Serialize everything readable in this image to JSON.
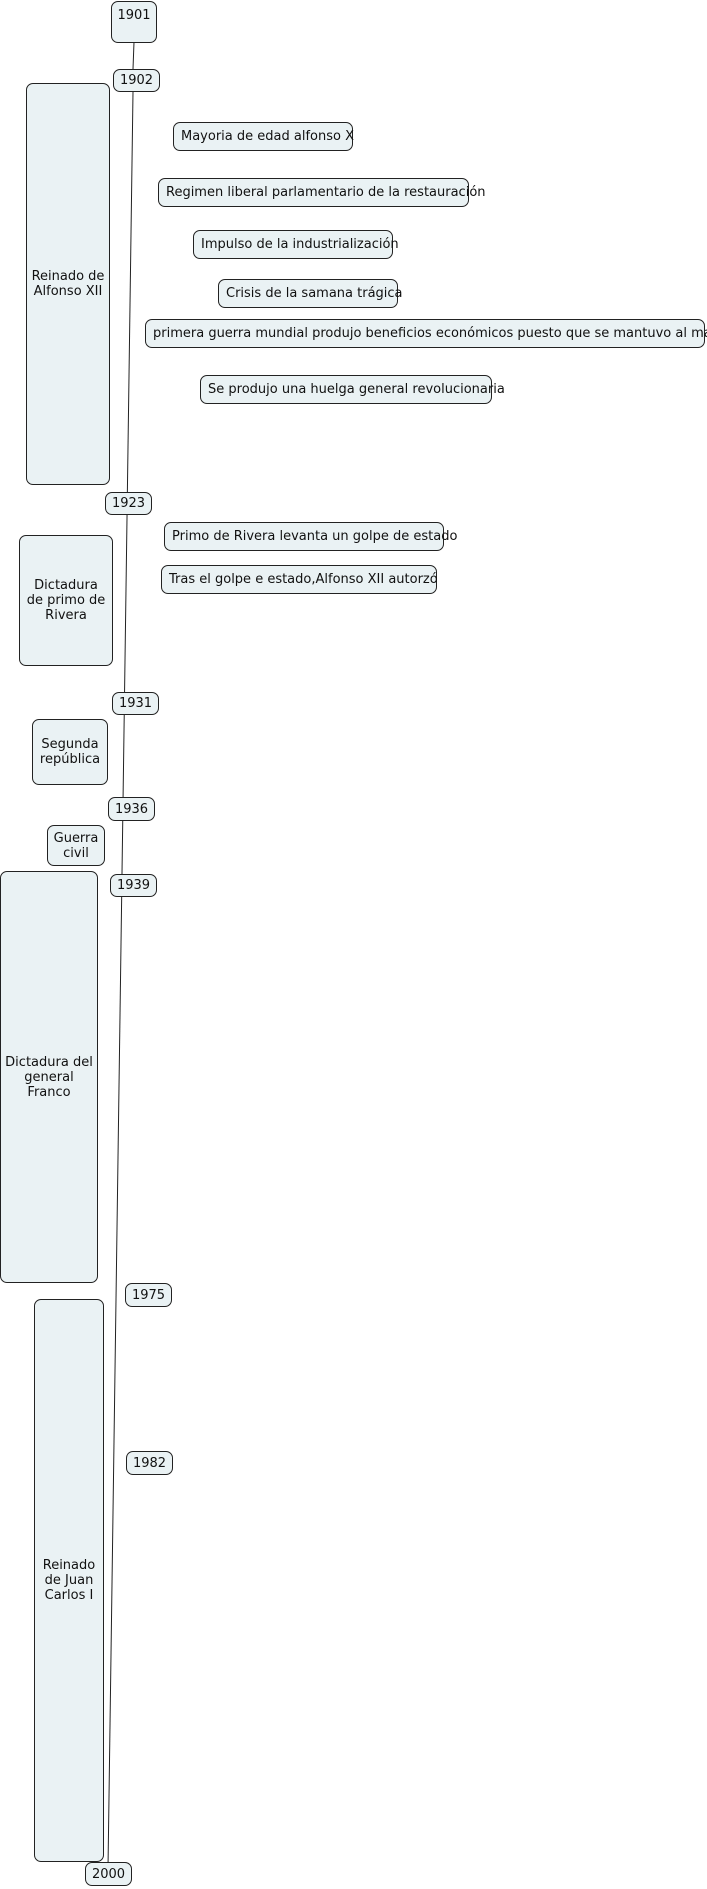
{
  "colors": {
    "box_fill": "#eaf2f4",
    "border": "#222222",
    "line": "#222222",
    "background": "#ffffff"
  },
  "years": {
    "y1901": "1901",
    "y1902": "1902",
    "y1923": "1923",
    "y1931": "1931",
    "y1936": "1936",
    "y1939": "1939",
    "y1975": "1975",
    "y1982": "1982",
    "y2000": "2000"
  },
  "periods": {
    "alfonso": "Reinado de Alfonso XII",
    "primo": "Dictadura de primo de Rivera",
    "republica": "Segunda república",
    "guerra": "Guerra civil",
    "franco": "Dictadura del general Franco",
    "juan_carlos": "Reinado de Juan Carlos I"
  },
  "events": {
    "mayoria": "Mayoria de edad alfonso  X",
    "regimen": "Regimen liberal parlamentario de la restauración",
    "impulso": "Impulso de la industrialización",
    "crisis": "Crisis de la samana trágica",
    "guerra_mundial": "primera guerra mundial produjo beneficios económicos puesto que se mantuvo al margen",
    "huelga": "Se produjo una huelga general revolucionaria",
    "golpe": "Primo de Rivera levanta un golpe de estado",
    "tras_golpe": "Tras el golpe e estado,Alfonso XII autorzó"
  }
}
